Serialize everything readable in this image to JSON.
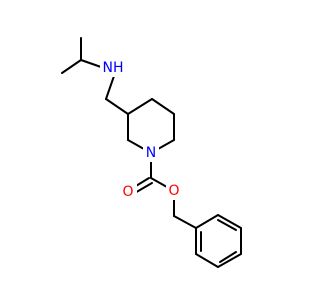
{
  "molecule": {
    "colors": {
      "bond": "#000000",
      "nitrogen": "#0000ff",
      "oxygen": "#ff0000",
      "background": "#ffffff"
    },
    "atoms": [
      {
        "id": "nh",
        "label": "NH",
        "element": "N"
      },
      {
        "id": "n_ring",
        "label": "N",
        "element": "N"
      },
      {
        "id": "o_carbonyl",
        "label": "O",
        "element": "O"
      },
      {
        "id": "o_ester",
        "label": "O",
        "element": "O"
      }
    ]
  }
}
